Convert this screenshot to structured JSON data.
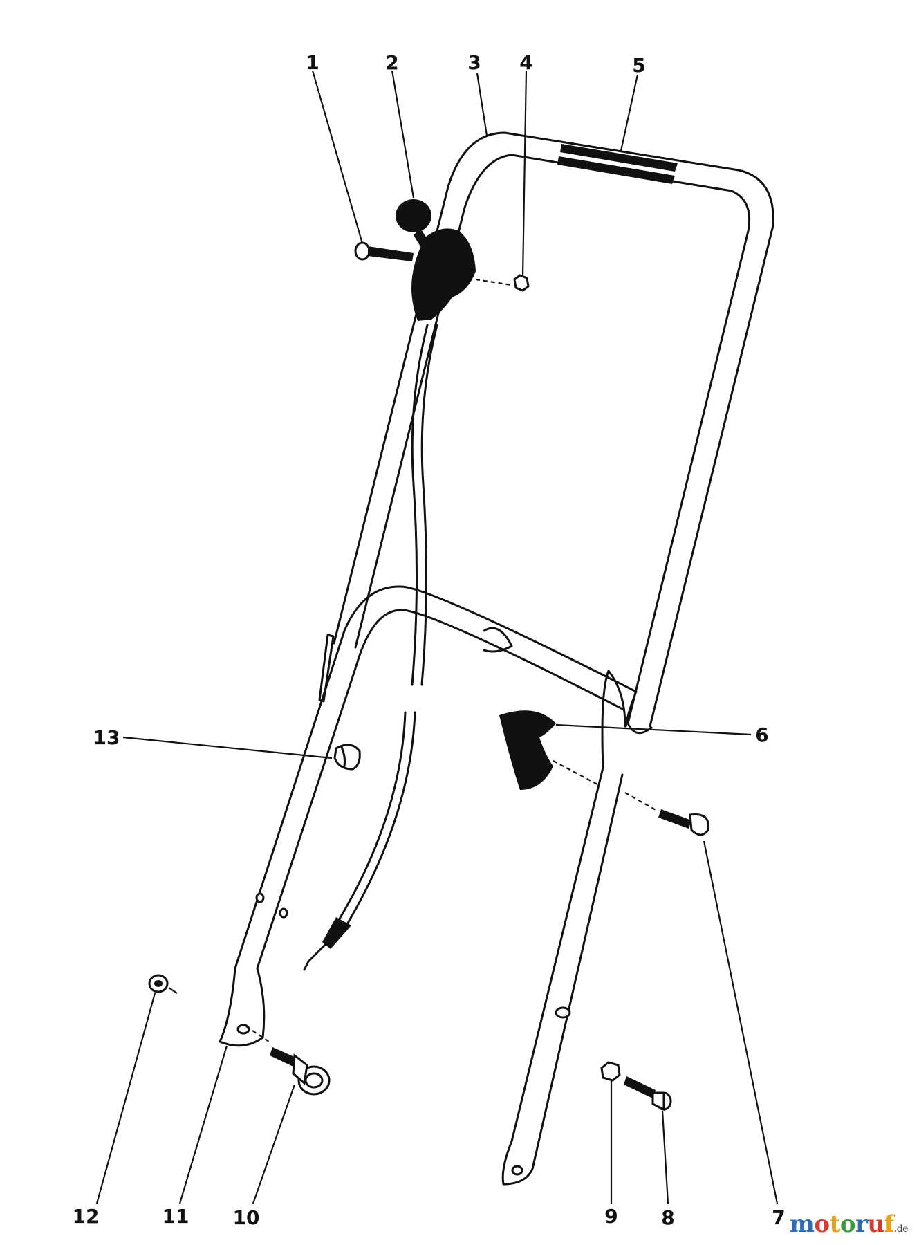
{
  "callouts": [
    "1",
    "2",
    "3",
    "4",
    "5",
    "6",
    "7",
    "8",
    "9",
    "10",
    "11",
    "12",
    "13"
  ],
  "watermark": {
    "letters": [
      "m",
      "o",
      "t",
      "o",
      "r",
      "u",
      "f"
    ],
    "colors": [
      "#2f6db5",
      "#d63a2f",
      "#e3a019",
      "#3a9a3e",
      "#2f6db5",
      "#d63a2f",
      "#e3a019"
    ],
    "suffix": ".de"
  }
}
